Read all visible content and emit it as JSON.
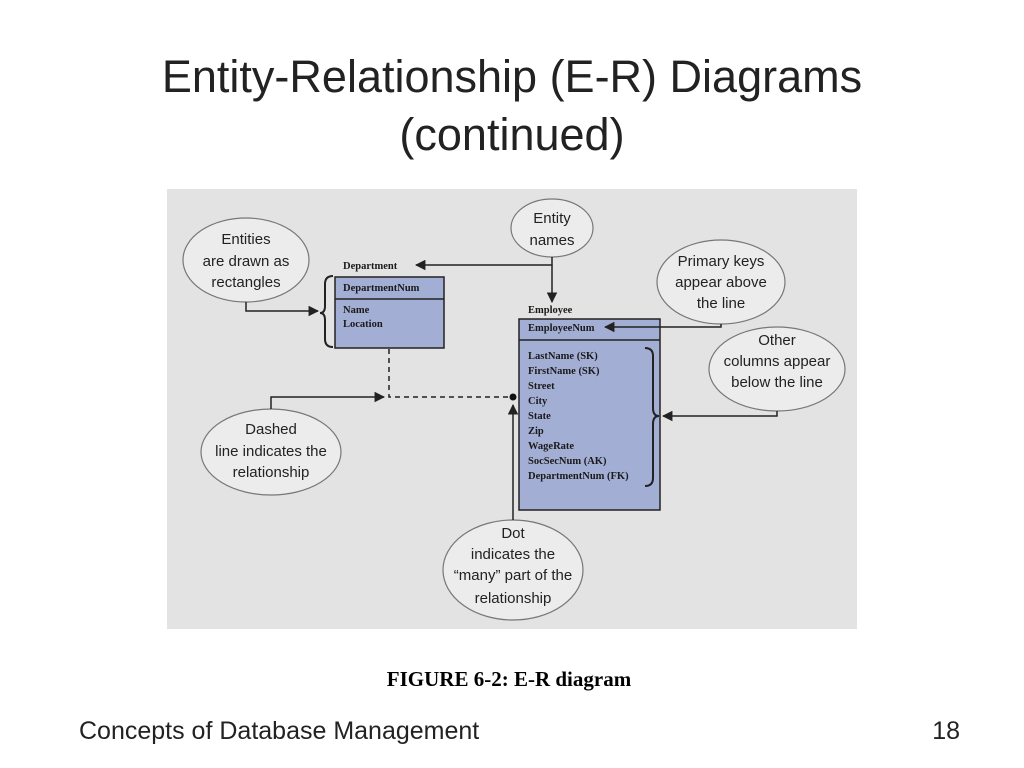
{
  "slide": {
    "title_line1": "Entity-Relationship (E-R) Diagrams",
    "title_line2": "(continued)",
    "caption": "FIGURE 6-2: E-R diagram",
    "footer": "Concepts of Database Management",
    "page_number": "18"
  },
  "diagram": {
    "department": {
      "name": "Department",
      "primary_key": "DepartmentNum",
      "columns": [
        "Name",
        "Location"
      ]
    },
    "employee": {
      "name": "Employee",
      "primary_key": "EmployeeNum",
      "columns": [
        "LastName (SK)",
        "FirstName (SK)",
        "Street",
        "City",
        "State",
        "Zip",
        "WageRate",
        "SocSecNum (AK)",
        "DepartmentNum (FK)"
      ]
    },
    "callouts": {
      "entities": [
        "Entities",
        "are drawn as",
        "rectangles"
      ],
      "entity_names": [
        "Entity",
        "names"
      ],
      "primary_keys": [
        "Primary keys",
        "appear above",
        "the line"
      ],
      "other_columns": [
        "Other",
        "columns appear",
        "below the line"
      ],
      "dashed_line": [
        "Dashed",
        "line indicates the",
        "relationship"
      ],
      "dot": [
        "Dot",
        "indicates the",
        "“many” part of the",
        "relationship"
      ]
    },
    "colors": {
      "panel_bg": "#e3e3e3",
      "entity_fill": "#a3aed4",
      "line": "#222222",
      "bubble_fill": "#ececec"
    }
  }
}
